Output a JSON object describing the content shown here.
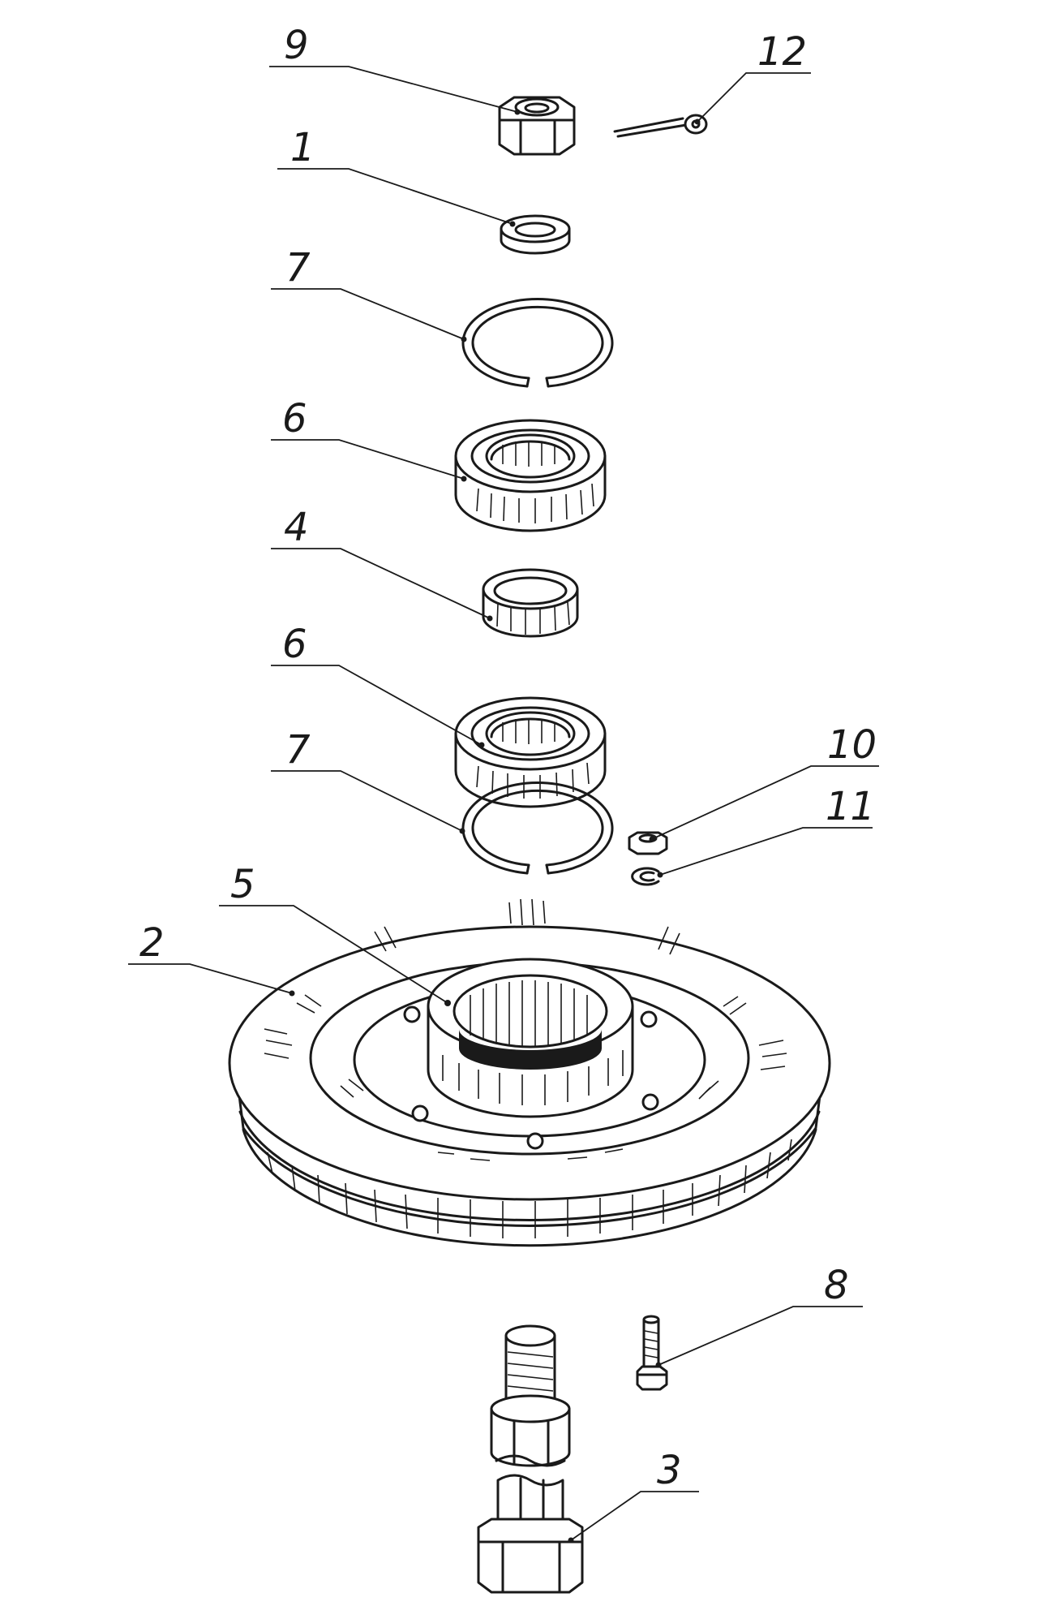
{
  "callouts": {
    "c9": "9",
    "c12": "12",
    "c1": "1",
    "c7a": "7",
    "c6a": "6",
    "c4": "4",
    "c6b": "6",
    "c7b": "7",
    "c10": "10",
    "c11": "11",
    "c5": "5",
    "c2": "2",
    "c8": "8",
    "c3": "3"
  },
  "colors": {
    "ink": "#1a1a1a",
    "paper": "#ffffff"
  }
}
